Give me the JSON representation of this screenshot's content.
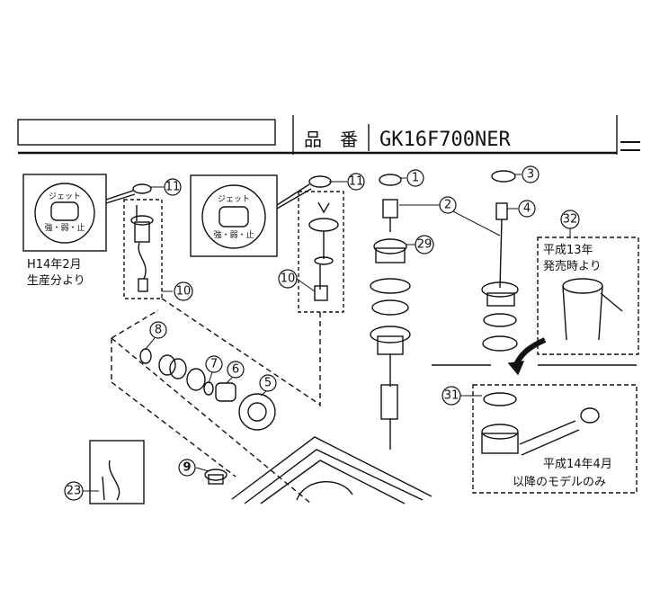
{
  "header": {
    "hinban_label": "品　番",
    "model_number": "GK16F700NER"
  },
  "notes": {
    "left_date_line1": "H14年2月",
    "left_date_line2": "生産分より",
    "right_note_line1": "平成13年",
    "right_note_line2": "発売時より",
    "lower_note_line1": "平成14年4月",
    "lower_note_line2": "以降のモデルのみ"
  },
  "jet_panel": {
    "title": "ジェット",
    "modes": "強・弱・止"
  },
  "part_numbers": {
    "p1": "1",
    "p2": "2",
    "p3": "3",
    "p4": "4",
    "p5": "5",
    "p6": "6",
    "p7": "7",
    "p8": "8",
    "p9": "9",
    "p10": "10",
    "p11": "11",
    "p23": "23",
    "p29": "29",
    "p31": "31",
    "p32": "32"
  }
}
